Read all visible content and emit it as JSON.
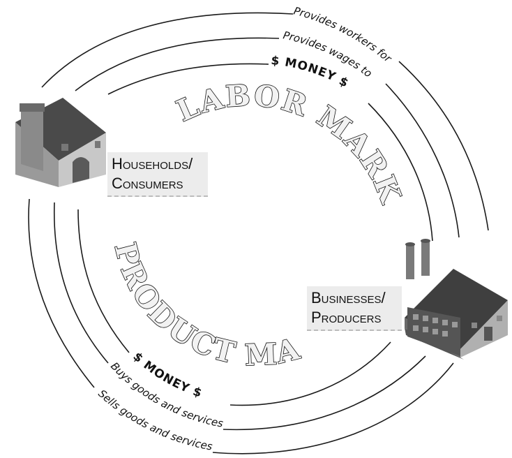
{
  "nodes": {
    "households": {
      "line1": "Households/",
      "line2": "Consumers"
    },
    "businesses": {
      "line1": "Businesses/",
      "line2": "Producers"
    }
  },
  "markets": {
    "labor": "LABOR MARKET",
    "product": "PRODUCT MARKET"
  },
  "flows": {
    "provides_workers": "Provides workers for",
    "provides_wages": "Provides wages to",
    "money_top": "$ MONEY $",
    "money_bottom": "$ MONEY $",
    "buys_goods": "Buys goods and services from",
    "sells_goods": "Sells goods and services to"
  },
  "icons": {
    "households": "house-icon",
    "businesses": "factory-icon"
  },
  "colors": {
    "line": "#1a1a1a",
    "label_box": "#ececec"
  }
}
